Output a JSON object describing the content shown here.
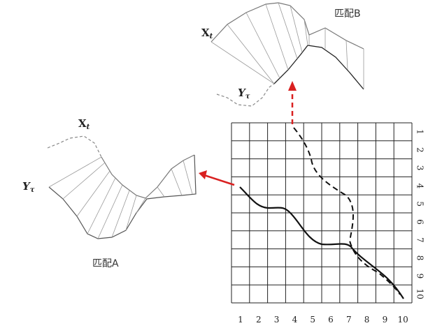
{
  "match_b": {
    "title": "匹配B",
    "x_label": "X",
    "x_sub": "t",
    "y_label": "Y",
    "y_sub": "τ"
  },
  "match_a": {
    "title": "匹配A",
    "x_label": "X",
    "x_sub": "t",
    "y_label": "Y",
    "y_sub": "τ"
  },
  "grid": {
    "x_ticks": [
      "1",
      "2",
      "3",
      "4",
      "5",
      "6",
      "7",
      "8",
      "9",
      "10"
    ],
    "y_ticks": [
      "1",
      "2",
      "3",
      "4",
      "5",
      "6",
      "7",
      "8",
      "9",
      "10"
    ]
  },
  "colors": {
    "arrow": "#d92020",
    "solid_path": "#111111",
    "dashed_path": "#111111",
    "grid_line": "#222222"
  }
}
